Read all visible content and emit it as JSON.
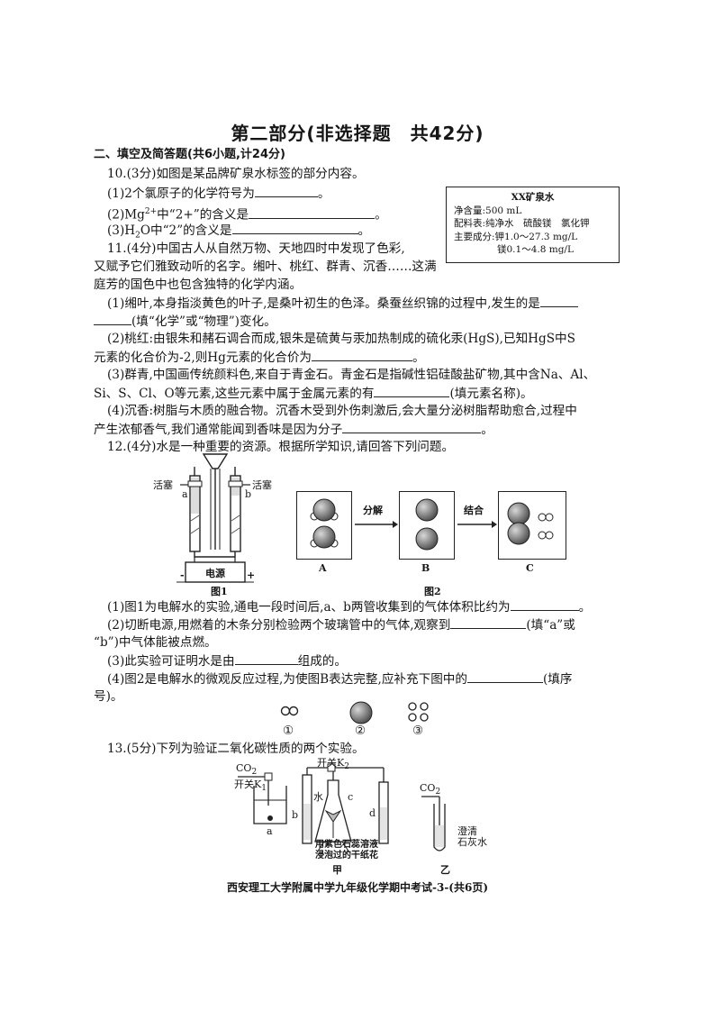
{
  "page_title": "第二部分(非选择题　共42分)",
  "section_heading": "二、填空及简答题(共6小题,计24分)",
  "q10": {
    "stem": "10.(3分)如图是某品牌矿泉水标签的部分内容。",
    "p1": "(1)2个氯原子的化学符号为",
    "p2_a": "(2)Mg",
    "p2_sup": "2+",
    "p2_b": "中“2+”的含义是",
    "p3_a": "(3)H",
    "p3_sub": "2",
    "p3_b": "O中“2”的含义是",
    "end_mark": "。"
  },
  "mineral_label": {
    "title": "XX矿泉水",
    "volume": "净含量:500 mL",
    "ingredients": "配料表:纯净水　硫酸镁　氯化钾",
    "components_k": "主要成分:钾1.0～27.3 mg/L",
    "components_mg": "镁0.1～4.8 mg/L"
  },
  "q11": {
    "stem_1": "11.(4分)中国古人从自然万物、天地四时中发现了色彩,",
    "stem_2": "又赋予它们雅致动听的名字。缃叶、桃红、群青、沉香……这满",
    "stem_3": "庭芳的国色中也包含独特的化学内涵。",
    "p1_a": "(1)缃叶,本身指淡黄色的叶子,是桑叶初生的色泽。桑蚕丝织锦的过程中,发生的是",
    "p1_b": "(填“化学”或“物理”)变化。",
    "p2_a": "(2)桃红:由银朱和赭石调合而成,银朱是硫黄与汞加热制成的硫化汞(HgS),已知HgS中S",
    "p2_b": "元素的化合价为-2,则Hg元素的化合价为",
    "p3_a": "(3)群青,中国画传统颜料色,来自于青金石。青金石是指碱性铝硅酸盐矿物,其中含Na、Al、",
    "p3_b": "Si、S、Cl、O等元素,这些元素中属于金属元素的有",
    "p3_c": "(填元素名称)。",
    "p4_a": "(4)沉香:树脂与木质的融合物。沉香木受到外伤刺激后,会大量分泌树脂帮助愈合,过程中",
    "p4_b": "产生浓郁香气,我们通常能闻到香味是因为分子",
    "end_mark": "。"
  },
  "q12": {
    "stem": "12.(4分)水是一种重要的资源。根据所学知识,请回答下列问题。",
    "fig1": {
      "stopcock_left": "活塞",
      "stopcock_right": "活塞",
      "tube_a": "a",
      "tube_b": "b",
      "power": "电源",
      "minus": "-",
      "plus": "+",
      "caption": "图1"
    },
    "fig2": {
      "arrow1": "分解",
      "arrow2": "结合",
      "box_a": "A",
      "box_b": "B",
      "box_c": "C",
      "caption": "图2"
    },
    "p1": "(1)图1为电解水的实验,通电一段时间后,a、b两管收集到的气体体积比约为",
    "p2_a": "(2)切断电源,用燃着的木条分别检验两个玻璃管中的气体,观察到",
    "p2_b": "(填“a”或",
    "p2_c": "“b”)中气体能被点燃。",
    "p3_a": "(3)此实验可证明水是由",
    "p3_b": "组成的。",
    "p4_a": "(4)图2是电解水的微观反应过程,为使图B表达完整,应补充下图中的",
    "p4_b": "(填序",
    "p4_c": "号)。",
    "options": [
      "①",
      "②",
      "③"
    ],
    "end_mark": "。"
  },
  "q13": {
    "stem": "13.(5分)下列为验证二氧化碳性质的两个实验。",
    "fig_jia": {
      "co2": "CO",
      "co2_sub": "2",
      "switch_k1": "开关K",
      "k1_sub": "1",
      "switch_k2": "开关K",
      "k2_sub": "2",
      "water": "水",
      "a": "a",
      "b": "b",
      "c": "c",
      "d": "d",
      "flower_1": "用紫色石蕊溶液",
      "flower_2": "浸泡过的干纸花",
      "caption": "甲"
    },
    "fig_yi": {
      "co2": "CO",
      "co2_sub": "2",
      "limewater_1": "澄清",
      "limewater_2": "石灰水",
      "caption": "乙"
    }
  },
  "footer": "西安理工大学附属中学九年级化学期中考试-3-(共6页)"
}
